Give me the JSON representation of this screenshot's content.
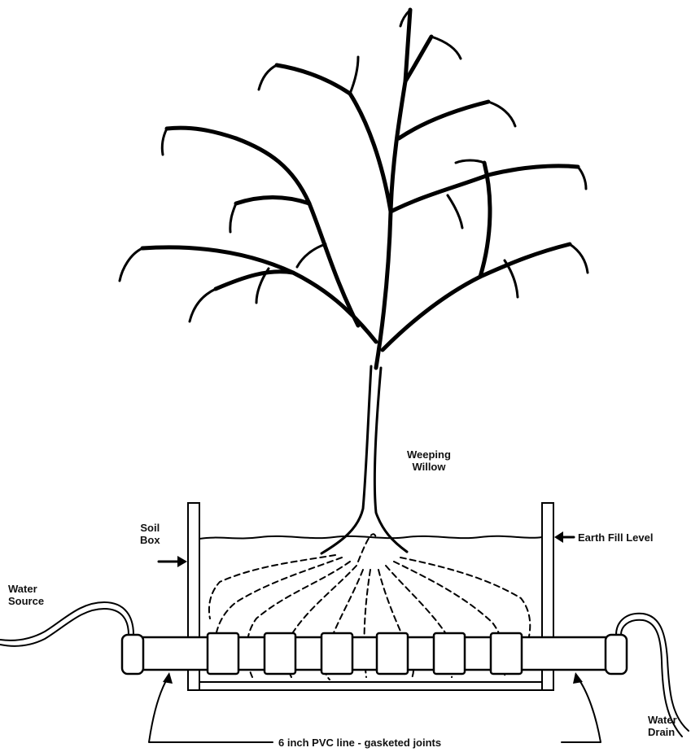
{
  "diagram": {
    "labels": {
      "tree": [
        "Weeping",
        "Willow"
      ],
      "soil_box": [
        "Soil",
        "Box"
      ],
      "earth_fill_level": "Earth Fill Level",
      "water_source": [
        "Water",
        "Source"
      ],
      "water_drain": [
        "Water",
        "Drain"
      ],
      "pvc_line": "6 inch PVC line - gasketed joints"
    },
    "colors": {
      "ink": "#000000",
      "paper": "#ffffff"
    }
  }
}
